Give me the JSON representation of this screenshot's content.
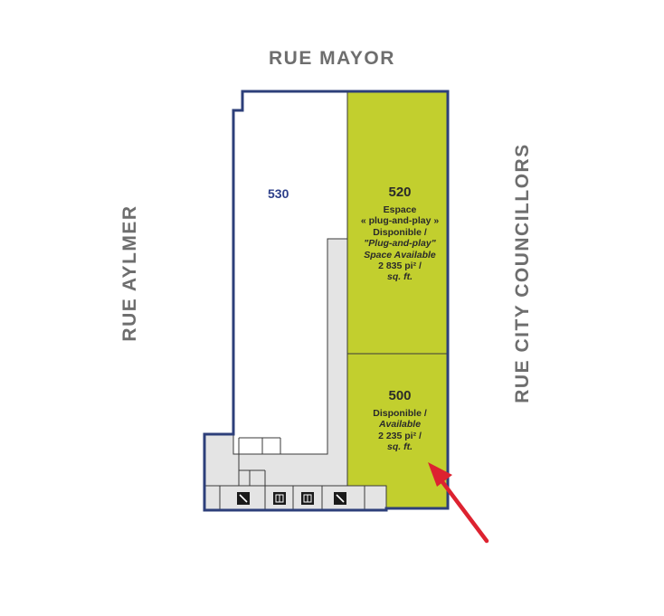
{
  "streets": {
    "top": "RUE MAYOR",
    "left": "RUE AYLMER",
    "right": "RUE CITY COUNCILLORS"
  },
  "units": {
    "u530": {
      "number": "530"
    },
    "u520": {
      "number": "520",
      "line1": "Espace",
      "line2": "« plug-and-play »",
      "line3": "Disponible /",
      "line4": "\"Plug-and-play\"",
      "line5": "Space Available",
      "line6": "2 835 pi² /",
      "line7": "sq. ft."
    },
    "u500": {
      "number": "500",
      "line1": "Disponible /",
      "line2": "Available",
      "line3": "2 235 pi² /",
      "line4": "sq. ft."
    }
  },
  "colors": {
    "available": "#c2cf2e",
    "outline": "#2d3f7a",
    "core": "#e4e4e4",
    "arrow": "#dd2230"
  },
  "icons": [
    "stairs-icon",
    "elevator-icon",
    "elevator-icon",
    "stairs-icon"
  ]
}
